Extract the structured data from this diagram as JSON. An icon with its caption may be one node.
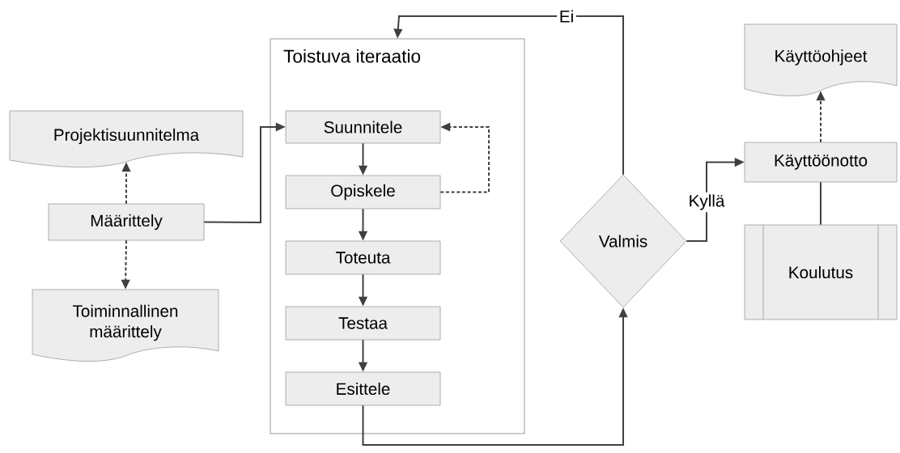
{
  "diagram": {
    "nodes": [
      {
        "text": [
          "Projektisuunnitelma"
        ]
      },
      {
        "text": [
          "Määrittely"
        ]
      },
      {
        "text": [
          "Toiminnallinen määrittely"
        ]
      },
      {
        "text": [
          "Toistuva iteraatio"
        ]
      },
      {
        "text": [
          "Suunnitele"
        ],
        "in": 3
      },
      {
        "text": [
          "Opiskele"
        ],
        "in": 3
      },
      {
        "text": [
          "Toteuta"
        ],
        "in": 3
      },
      {
        "text": [
          "Testaa"
        ],
        "in": 3
      },
      {
        "text": [
          "Esittele"
        ],
        "in": 3
      },
      {
        "text": [
          "Valmis"
        ]
      },
      {
        "text": [
          "Käyttöohjeet"
        ]
      },
      {
        "text": [
          "Käyttöönotto"
        ]
      },
      {
        "text": [
          "Koulutus"
        ]
      }
    ],
    "edges": [
      {
        "from": 1,
        "to": 0,
        "arrow": "to",
        "style": "dashed"
      },
      {
        "from": 1,
        "to": 2,
        "arrow": "to",
        "style": "dashed"
      },
      {
        "from": 1,
        "to": 4,
        "arrow": "to"
      },
      {
        "from": 4,
        "to": 5,
        "arrow": "to"
      },
      {
        "from": 5,
        "to": 4,
        "arrow": "to",
        "style": "dashed"
      },
      {
        "from": 5,
        "to": 6,
        "arrow": "to"
      },
      {
        "from": 6,
        "to": 7,
        "arrow": "to"
      },
      {
        "from": 7,
        "to": 8,
        "arrow": "to"
      },
      {
        "from": 8,
        "to": 9,
        "arrow": "to"
      },
      {
        "from": 9,
        "to": 3,
        "arrow": "to",
        "label": "Ei"
      },
      {
        "from": 9,
        "to": 11,
        "arrow": "to",
        "label": "Kyllä"
      },
      {
        "from": 11,
        "to": 10,
        "arrow": "to",
        "style": "dashed"
      },
      {
        "from": 12,
        "to": 11,
        "arrow": "none"
      }
    ]
  }
}
